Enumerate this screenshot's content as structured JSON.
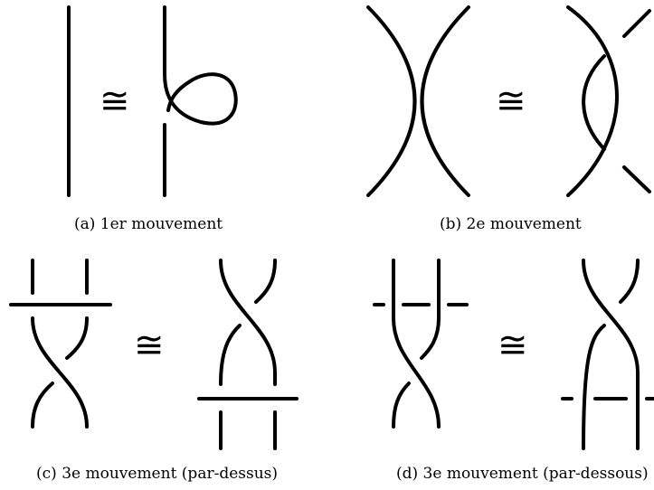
{
  "equivalence_symbol": "≅",
  "captions": {
    "a": "(a) 1er mouvement",
    "b": "(b) 2e mouvement",
    "c": "(c) 3e mouvement (par-dessus)",
    "d": "(d) 3e mouvement (par-dessous)"
  }
}
